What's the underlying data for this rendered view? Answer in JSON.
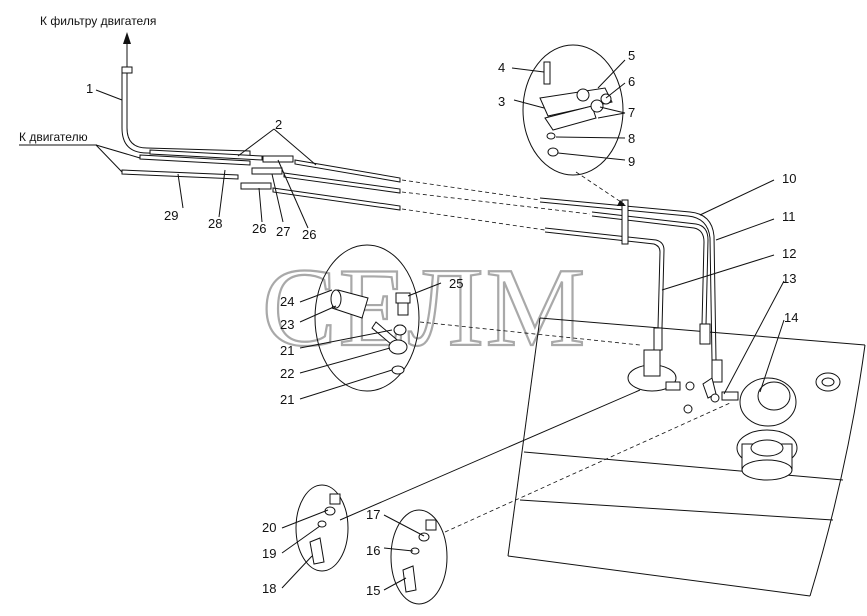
{
  "captions": {
    "to_filter": "К фильтру двигателя",
    "to_engine": "К двигателю"
  },
  "watermark": "СЕЛМ",
  "callouts": [
    "1",
    "2",
    "3",
    "4",
    "5",
    "6",
    "7",
    "8",
    "9",
    "10",
    "11",
    "12",
    "13",
    "14",
    "15",
    "16",
    "17",
    "18",
    "19",
    "20",
    "21",
    "21",
    "22",
    "23",
    "24",
    "25",
    "26",
    "26",
    "27",
    "28",
    "29"
  ],
  "colors": {
    "ink": "#111111",
    "watermark": "#a9a9a9",
    "background": "#ffffff"
  }
}
